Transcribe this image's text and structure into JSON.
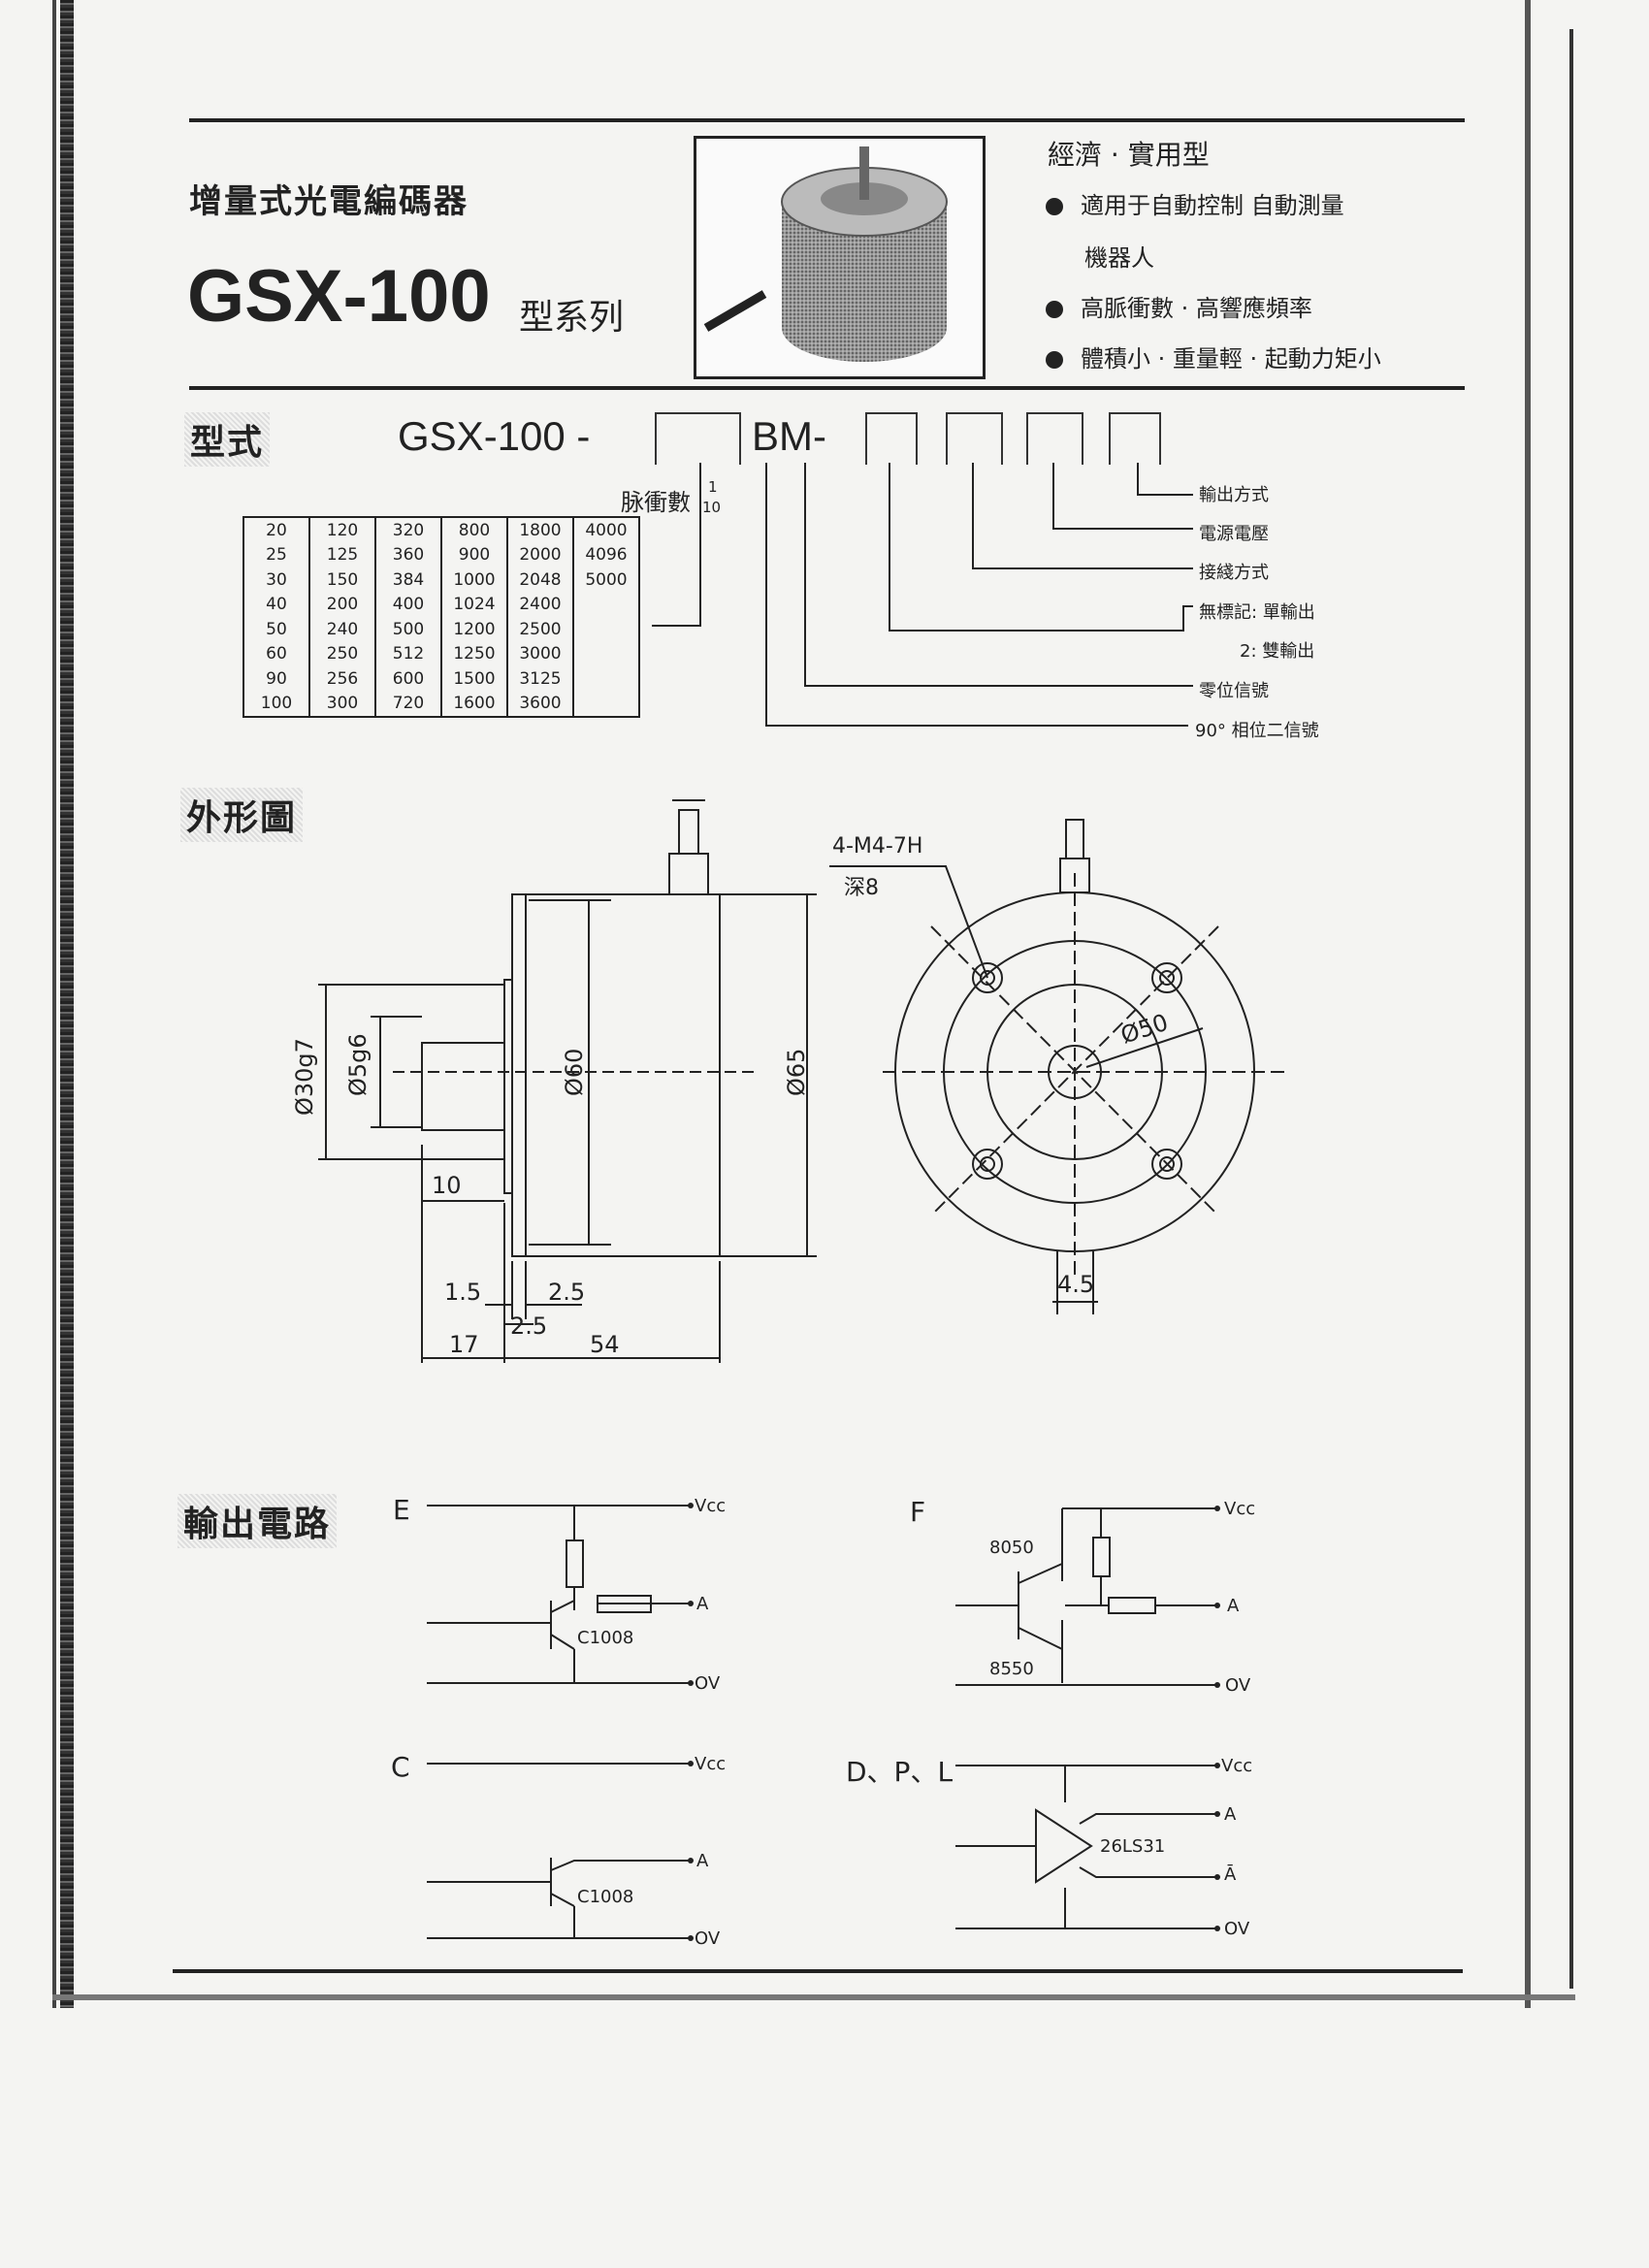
{
  "header": {
    "title_cn": "增量式光電編碼器",
    "model": "GSX-100",
    "series": "型系列",
    "features_heading": "經濟 · 實用型",
    "features": [
      "適用于自動控制  自動測量",
      "機器人",
      "高脈衝數 · 高響應頻率",
      "體積小 · 重量輕 · 起動力矩小"
    ]
  },
  "model_section": {
    "label": "型式",
    "code_prefix": "GSX-100 -",
    "code_mid": "BM-",
    "pulse_label": "脉衝數",
    "pulse_fraction_num": "1",
    "pulse_fraction_den": "10",
    "callouts": [
      "輸出方式",
      "電源電壓",
      "接綫方式",
      "無標記: 單輸出",
      "2: 雙輸出",
      "零位信號",
      "90° 相位二信號"
    ],
    "pulse_table": [
      [
        "20",
        "120",
        "320",
        "800",
        "1800",
        "4000"
      ],
      [
        "25",
        "125",
        "360",
        "900",
        "2000",
        "4096"
      ],
      [
        "30",
        "150",
        "384",
        "1000",
        "2048",
        "5000"
      ],
      [
        "40",
        "200",
        "400",
        "1024",
        "2400",
        ""
      ],
      [
        "50",
        "240",
        "500",
        "1200",
        "2500",
        ""
      ],
      [
        "60",
        "250",
        "512",
        "1250",
        "3000",
        ""
      ],
      [
        "90",
        "256",
        "600",
        "1500",
        "3125",
        ""
      ],
      [
        "100",
        "300",
        "720",
        "1600",
        "3600",
        ""
      ]
    ]
  },
  "outline_section": {
    "label": "外形圖",
    "dims": {
      "d30": "Ø30g7",
      "d5": "Ø5g6",
      "d60": "Ø60",
      "d65": "Ø65",
      "d10": "10",
      "d15": "1.5",
      "d25a": "2.5",
      "d25b": "2.5",
      "d17": "17",
      "d54": "54",
      "thread": "4-M4-7H",
      "depth": "深8",
      "d50": "Ø50",
      "d45": "4.5"
    }
  },
  "circuit_section": {
    "label": "輸出電路",
    "circuits": {
      "E": {
        "name": "E",
        "vcc": "Vcc",
        "a": "A",
        "ov": "OV",
        "part": "C1008"
      },
      "F": {
        "name": "F",
        "vcc": "Vcc",
        "a": "A",
        "ov": "OV",
        "top": "8050",
        "bottom": "8550"
      },
      "C": {
        "name": "C",
        "vcc": "Vcc",
        "a": "A",
        "ov": "OV",
        "part": "C1008"
      },
      "D": {
        "name": "D、P、L",
        "vcc": "Vcc",
        "a": "A",
        "abar": "Ā",
        "ov": "OV",
        "part": "26LS31"
      }
    }
  }
}
